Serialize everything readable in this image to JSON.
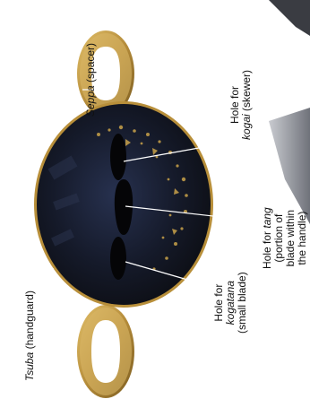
{
  "labels": {
    "seppa_term": "Seppa",
    "seppa_desc": " (spacer)",
    "tsuba_term": "Tsuba",
    "tsuba_desc": " (handguard)",
    "kogai_line1": "Hole for",
    "kogai_term": "kogai",
    "kogai_desc": " (skewer)",
    "tang_line1_prefix": "Hole for ",
    "tang_term": "tang",
    "tang_line2": "(portion of",
    "tang_line3": "blade within",
    "tang_line4": "the handle)",
    "kogatana_line1": "Hole for",
    "kogatana_term": "kogatana",
    "kogatana_line3": "(small blade)"
  },
  "colors": {
    "gold": "#c9a24a",
    "gold_dark": "#8a6a22",
    "guard_black": "#121216",
    "guard_blue": "#1d2640",
    "blade_gray": "#9a9da4"
  }
}
